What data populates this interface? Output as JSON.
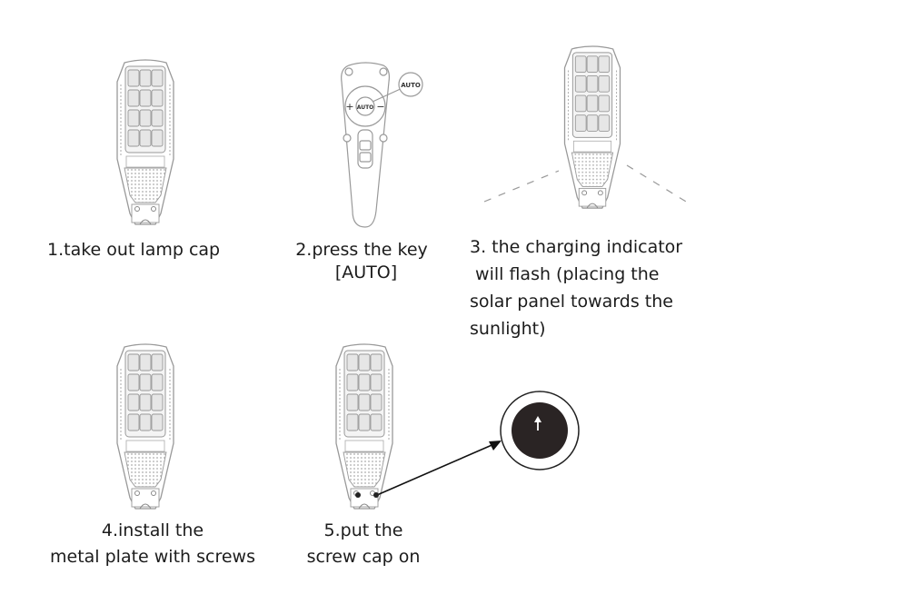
{
  "colors": {
    "line": "#9a9a9a",
    "text": "#1c1c1c",
    "cap_fill": "#2a2424"
  },
  "remote": {
    "auto_key": "AUTO",
    "callout": "AUTO"
  },
  "steps": [
    {
      "lines": [
        "1.take out lamp cap"
      ]
    },
    {
      "lines": [
        "2.press the key",
        "[AUTO]"
      ]
    },
    {
      "lines": [
        "3. the charging indicator",
        " will flash (placing the",
        "solar panel towards the",
        "sunlight)"
      ]
    },
    {
      "lines": [
        "4.install the",
        "metal plate with screws"
      ]
    },
    {
      "lines": [
        "5.put the",
        "screw cap on"
      ]
    }
  ],
  "screw_cap": {
    "icon": "arrow-up-icon"
  }
}
